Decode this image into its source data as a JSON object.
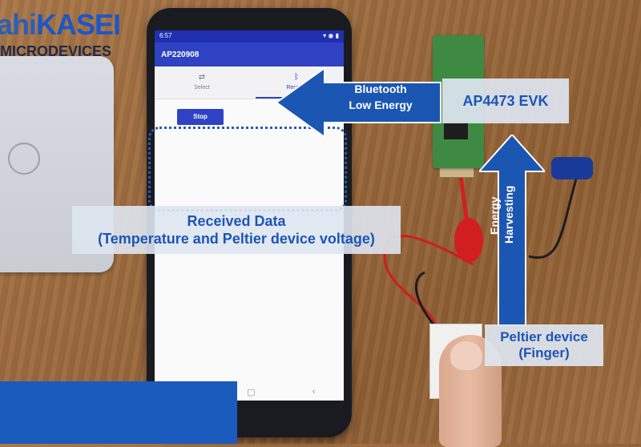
{
  "brand": {
    "name_prefix": "ahi",
    "name_main": "KASEI",
    "subtitle": "MICRODEVICES"
  },
  "phone": {
    "status_time": "6:57",
    "app_title": "AP220908",
    "tabs": [
      {
        "label": "Select",
        "icon": "select-icon"
      },
      {
        "label": "Receive",
        "icon": "bluetooth-icon",
        "active": true
      }
    ],
    "stop_label": "Stop",
    "nav_icons": [
      "recent-apps-icon",
      "home-icon",
      "back-icon"
    ]
  },
  "annotations": {
    "ble": [
      "Bluetooth",
      "Low Energy"
    ],
    "evk": "AP4473 EVK",
    "received": [
      "Received Data",
      "(Temperature and Peltier device voltage)"
    ],
    "energy": [
      "Energy",
      "Harvesting"
    ],
    "peltier": [
      "Peltier device",
      "(Finger)"
    ]
  },
  "colors": {
    "accent": "#2f42c4",
    "annotation_blue": "#1d55b6",
    "arrow_blue": "#1c56b3"
  }
}
